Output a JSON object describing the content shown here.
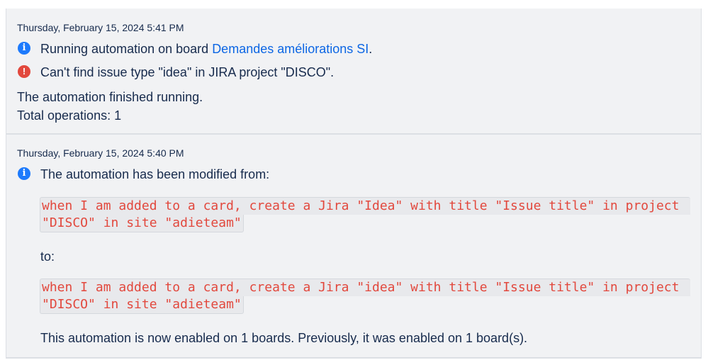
{
  "entries": [
    {
      "timestamp": "Thursday, February 15, 2024 5:41 PM",
      "info_prefix": "Running automation on board ",
      "board_link": "Demandes améliorations SI",
      "info_suffix": ".",
      "error": "Can't find issue type \"idea\" in JIRA project \"DISCO\".",
      "finished": "The automation finished running.",
      "total": "Total operations: 1"
    },
    {
      "timestamp": "Thursday, February 15, 2024 5:40 PM",
      "info": "The automation has been modified from:",
      "from_code": [
        "when I am added to a card, create a Jira \"Idea\" with title \"Issue title\" in project",
        "\"DISCO\" in site \"adieteam\""
      ],
      "to_label": "to:",
      "to_code": [
        "when I am added to a card, create a Jira \"idea\" with title \"Issue title\" in project",
        "\"DISCO\" in site \"adieteam\""
      ],
      "summary": "This automation is now enabled on 1 boards. Previously, it was enabled on 1 board(s)."
    }
  ]
}
